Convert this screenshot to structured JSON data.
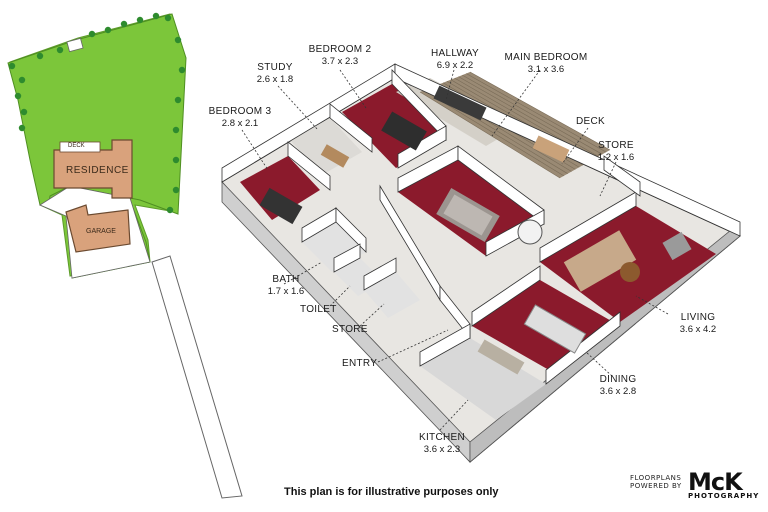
{
  "site": {
    "deck_label": "DECK",
    "residence_label": "RESIDENCE",
    "garage_label": "GARAGE"
  },
  "rooms": {
    "bedroom2": {
      "name": "BEDROOM 2",
      "dims": "3.7 x 2.3"
    },
    "hallway": {
      "name": "HALLWAY",
      "dims": "6.9 x 2.2"
    },
    "main_bedroom": {
      "name": "MAIN BEDROOM",
      "dims": "3.1 x 3.6"
    },
    "study": {
      "name": "STUDY",
      "dims": "2.6 x 1.8"
    },
    "bedroom3": {
      "name": "BEDROOM 3",
      "dims": "2.8 x 2.1"
    },
    "deck": {
      "name": "DECK"
    },
    "store_top": {
      "name": "STORE",
      "dims": "1.2 x 1.6"
    },
    "bath": {
      "name": "BATH",
      "dims": "1.7 x 1.6"
    },
    "toilet": {
      "name": "TOILET"
    },
    "store_bottom": {
      "name": "STORE"
    },
    "entry": {
      "name": "ENTRY"
    },
    "living": {
      "name": "LIVING",
      "dims": "3.6 x 4.2"
    },
    "dining": {
      "name": "DINING",
      "dims": "3.6 x 2.8"
    },
    "kitchen": {
      "name": "KITCHEN",
      "dims": "3.6 x 2.3"
    }
  },
  "disclaimer": "This plan is for illustrative purposes only",
  "brand": {
    "line1": "FLOORPLANS",
    "line2": "POWERED BY",
    "logo": "McK",
    "sub": "PHOTOGRAPHY"
  },
  "colors": {
    "lawn": "#7cc63a",
    "tree": "#2e8b2e",
    "building": "#d9a27c",
    "carpet": "#8b1a2c",
    "wall": "#ffffff",
    "floor": "#e8e6e2",
    "deck_timber": "#9a8a74"
  }
}
